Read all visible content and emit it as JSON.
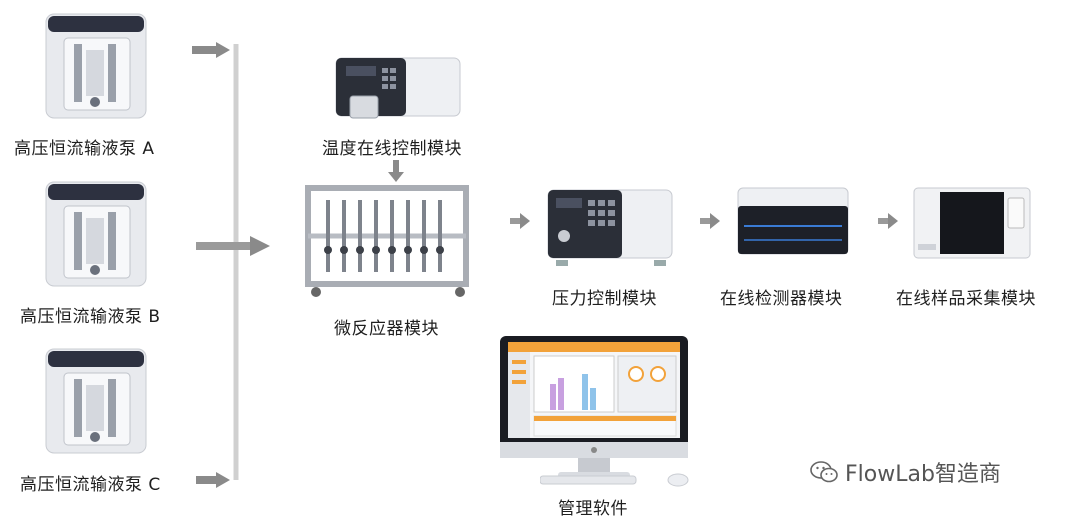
{
  "pumps": [
    {
      "label": "高压恒流输液泵 A"
    },
    {
      "label": "高压恒流输液泵 B"
    },
    {
      "label": "高压恒流输液泵 C"
    }
  ],
  "modules": {
    "temperature": "温度在线控制模块",
    "reactor": "微反应器模块",
    "pressure": "压力控制模块",
    "detector": "在线检测器模块",
    "sampler": "在线样品采集模块",
    "software": "管理软件"
  },
  "watermark": {
    "text": "FlowLab智造商",
    "icon": "wechat-icon"
  },
  "colors": {
    "arrow": "#8a8a8a",
    "bus_line": "#cfcfcf",
    "device_dark": "#2b2f38",
    "device_light": "#eceef2",
    "accent_blue": "#3a7bd5",
    "software_orange": "#f2a23a"
  }
}
